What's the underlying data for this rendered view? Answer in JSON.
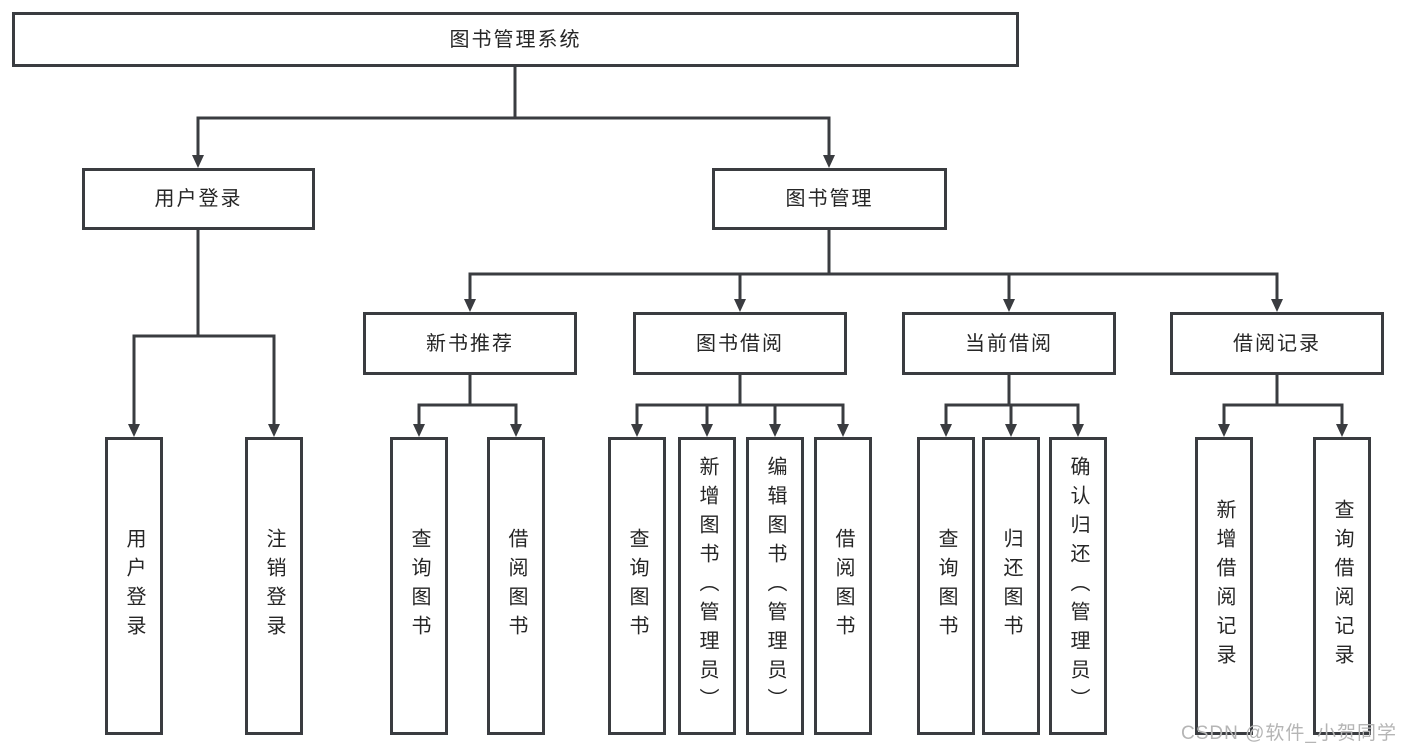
{
  "diagram": {
    "root": {
      "label": "图书管理系统"
    },
    "branches": [
      {
        "label": "用户登录",
        "children": [
          {
            "label": "用户登录"
          },
          {
            "label": "注销登录"
          }
        ]
      },
      {
        "label": "图书管理",
        "sections": [
          {
            "label": "新书推荐",
            "children": [
              {
                "label": "查询图书"
              },
              {
                "label": "借阅图书"
              }
            ]
          },
          {
            "label": "图书借阅",
            "children": [
              {
                "label": "查询图书"
              },
              {
                "label": "新增图书（管理员）"
              },
              {
                "label": "编辑图书（管理员）"
              },
              {
                "label": "借阅图书"
              }
            ]
          },
          {
            "label": "当前借阅",
            "children": [
              {
                "label": "查询图书"
              },
              {
                "label": "归还图书"
              },
              {
                "label": "确认归还（管理员）"
              }
            ]
          },
          {
            "label": "借阅记录",
            "children": [
              {
                "label": "新增借阅记录"
              },
              {
                "label": "查询借阅记录"
              }
            ]
          }
        ]
      }
    ]
  },
  "watermark": {
    "text": "CSDN @软件_小贺同学"
  },
  "colors": {
    "line": "#3a3c40",
    "text": "#262626",
    "background": "#ffffff",
    "watermark": "#b5b5b5"
  }
}
